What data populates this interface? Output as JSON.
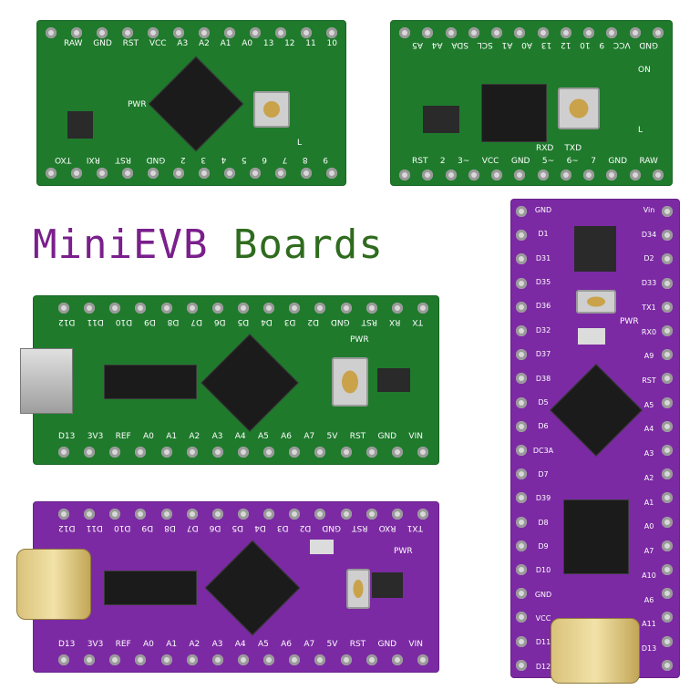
{
  "title": {
    "part1": "MiniEVB",
    "part2": " Boards"
  },
  "colors": {
    "green_board": "#1f7a2c",
    "purple_board": "#7b2aa3",
    "title_purple": "#7a1f8c",
    "title_green": "#2f6b1e"
  },
  "board_promini": {
    "top_labels": [
      "RAW",
      "GND",
      "RST",
      "VCC",
      "A3",
      "A2",
      "A1",
      "A0",
      "13",
      "12",
      "11",
      "10"
    ],
    "bottom_labels": [
      "TXO",
      "RXI",
      "RST",
      "GND",
      "2",
      "3",
      "4",
      "5",
      "6",
      "7",
      "8",
      "9"
    ],
    "pwr": "PWR",
    "l": "L"
  },
  "board_lgt": {
    "top_labels": [
      "A5",
      "A4",
      "SDA",
      "SCL",
      "A1",
      "A0",
      "13",
      "12",
      "10",
      "9",
      "VCC",
      "GND"
    ],
    "bottom_labels": [
      "RST",
      "2",
      "3~",
      "VCC",
      "GND",
      "5~",
      "6~",
      "7",
      "GND",
      "RAW"
    ],
    "extra": [
      "RXD",
      "TXD",
      "ON",
      "L"
    ]
  },
  "board_nano_green": {
    "top_labels": [
      "D12",
      "D11",
      "D10",
      "D9",
      "D8",
      "D7",
      "D6",
      "D5",
      "D4",
      "D3",
      "D2",
      "GND",
      "RST",
      "RX",
      "TX"
    ],
    "bottom_labels": [
      "D13",
      "3V3",
      "REF",
      "A0",
      "A1",
      "A2",
      "A3",
      "A4",
      "A5",
      "A6",
      "A7",
      "5V",
      "RST",
      "GND",
      "VIN"
    ],
    "pwr": "PWR"
  },
  "board_nano_purple": {
    "top_labels": [
      "D12",
      "D11",
      "D10",
      "D9",
      "D8",
      "D7",
      "D6",
      "D5",
      "D4",
      "D3",
      "D2",
      "GND",
      "RST",
      "RXO",
      "TX1"
    ],
    "bottom_labels": [
      "D13",
      "3V3",
      "REF",
      "A0",
      "A1",
      "A2",
      "A3",
      "A4",
      "A5",
      "A6",
      "A7",
      "5V",
      "RST",
      "GND",
      "VIN"
    ],
    "pwr": "PWR"
  },
  "board_vertical": {
    "left_labels": [
      "GND",
      "D1",
      "D31",
      "D35",
      "D36",
      "D32",
      "D37",
      "D38",
      "D5",
      "D6",
      "DC3A",
      "D7",
      "D39",
      "D8",
      "D9",
      "D10",
      "GND",
      "VCC",
      "D11",
      "D12"
    ],
    "right_labels": [
      "Vin",
      "D34",
      "D2",
      "D33",
      "TX1",
      "RX0",
      "A9",
      "RST",
      "A5",
      "A4",
      "A3",
      "A2",
      "A1",
      "A0",
      "A7",
      "A10",
      "A6",
      "A11",
      "D13"
    ],
    "pwr": "PWR"
  }
}
